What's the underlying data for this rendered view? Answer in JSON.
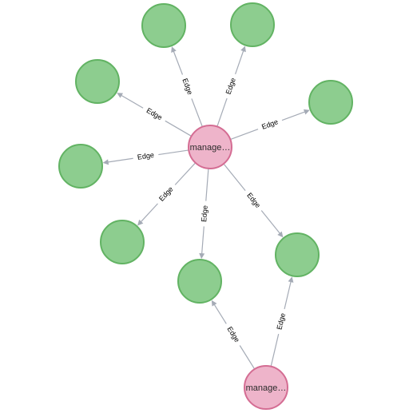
{
  "graph": {
    "colors": {
      "background": "#ffffff",
      "edge": "#a5abb6",
      "edge_label_text": "#000000",
      "manager_fill": "#eeb4ca",
      "manager_stroke": "#d46d93",
      "manager_text": "#2a2a2a",
      "leaf_fill": "#8dcd8f",
      "leaf_stroke": "#62b363"
    },
    "nodes": [
      {
        "id": "m1",
        "kind": "manager",
        "caption": "manage…"
      },
      {
        "id": "m2",
        "kind": "manager",
        "caption": "manage…"
      },
      {
        "id": "g1",
        "kind": "leaf",
        "caption": ""
      },
      {
        "id": "g2",
        "kind": "leaf",
        "caption": ""
      },
      {
        "id": "g3",
        "kind": "leaf",
        "caption": ""
      },
      {
        "id": "g4",
        "kind": "leaf",
        "caption": ""
      },
      {
        "id": "g5",
        "kind": "leaf",
        "caption": ""
      },
      {
        "id": "g6",
        "kind": "leaf",
        "caption": ""
      },
      {
        "id": "g7",
        "kind": "leaf",
        "caption": ""
      },
      {
        "id": "g8",
        "kind": "leaf",
        "caption": ""
      },
      {
        "id": "g9",
        "kind": "leaf",
        "caption": ""
      }
    ],
    "edges": [
      {
        "from": "m1",
        "to": "g1",
        "label": "Edge"
      },
      {
        "from": "m1",
        "to": "g2",
        "label": "Edge"
      },
      {
        "from": "m1",
        "to": "g3",
        "label": "Edge"
      },
      {
        "from": "m1",
        "to": "g4",
        "label": "Edge"
      },
      {
        "from": "m1",
        "to": "g5",
        "label": "Edge"
      },
      {
        "from": "m1",
        "to": "g6",
        "label": "Edge"
      },
      {
        "from": "m1",
        "to": "g7",
        "label": "Edge"
      },
      {
        "from": "m1",
        "to": "g8",
        "label": "Edge"
      },
      {
        "from": "m1",
        "to": "g9",
        "label": "Edge"
      },
      {
        "from": "m2",
        "to": "g8",
        "label": "Edge"
      },
      {
        "from": "m2",
        "to": "g9",
        "label": "Edge"
      }
    ]
  }
}
